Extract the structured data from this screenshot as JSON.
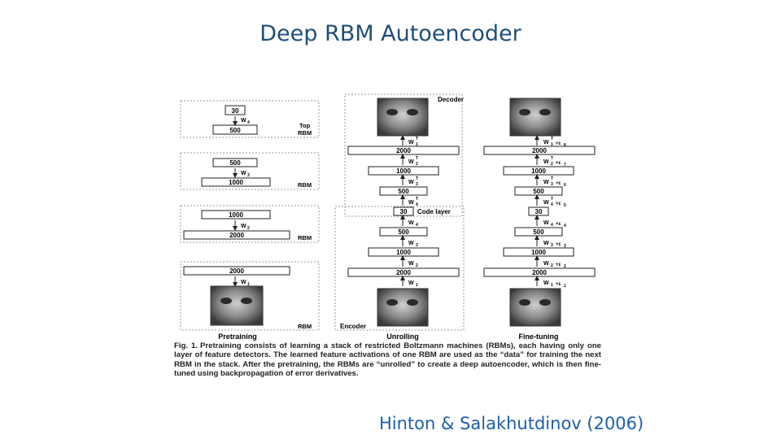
{
  "slide": {
    "title": "Deep RBM Autoencoder",
    "citation": "Hinton & Salakhutdinov (2006)"
  },
  "figure": {
    "pretraining": {
      "heading": "Pretraining",
      "stack_labels": [
        "Top RBM",
        "RBM",
        "RBM",
        "RBM"
      ],
      "layers": [
        {
          "top": "30",
          "weight": "W",
          "sub": "4",
          "bottom": "500"
        },
        {
          "top": "500",
          "weight": "W",
          "sub": "3",
          "bottom": "1000"
        },
        {
          "top": "1000",
          "weight": "W",
          "sub": "2",
          "bottom": "2000"
        },
        {
          "top": "2000",
          "weight": "W",
          "sub": "1",
          "bottom": ""
        }
      ]
    },
    "unrolling": {
      "heading": "Unrolling",
      "decoder_label": "Decoder",
      "encoder_label": "Encoder",
      "code_layer_label": "Code layer",
      "units": [
        "2000",
        "1000",
        "500",
        "30",
        "500",
        "1000",
        "2000"
      ],
      "weights_decoder": [
        {
          "w": "W",
          "sub": "1",
          "sup": "T"
        },
        {
          "w": "W",
          "sub": "2",
          "sup": "T"
        },
        {
          "w": "W",
          "sub": "3",
          "sup": "T"
        },
        {
          "w": "W",
          "sub": "4",
          "sup": "T"
        }
      ],
      "weights_encoder": [
        {
          "w": "W",
          "sub": "4"
        },
        {
          "w": "W",
          "sub": "3"
        },
        {
          "w": "W",
          "sub": "2"
        },
        {
          "w": "W",
          "sub": "1"
        }
      ]
    },
    "finetuning": {
      "heading": "Fine-tuning",
      "units": [
        "2000",
        "1000",
        "500",
        "30",
        "500",
        "1000",
        "2000"
      ],
      "weights": [
        {
          "w": "W",
          "sub": "1",
          "sup": "T",
          "eps": "+ε",
          "esub": "8"
        },
        {
          "w": "W",
          "sub": "2",
          "sup": "T",
          "eps": "+ε",
          "esub": "7"
        },
        {
          "w": "W",
          "sub": "3",
          "sup": "T",
          "eps": "+ε",
          "esub": "6"
        },
        {
          "w": "W",
          "sub": "4",
          "sup": "T",
          "eps": "+ε",
          "esub": "5"
        },
        {
          "w": "W",
          "sub": "4",
          "sup": "",
          "eps": "+ε",
          "esub": "4"
        },
        {
          "w": "W",
          "sub": "3",
          "sup": "",
          "eps": "+ε",
          "esub": "3"
        },
        {
          "w": "W",
          "sub": "2",
          "sup": "",
          "eps": "+ε",
          "esub": "2"
        },
        {
          "w": "W",
          "sub": "1",
          "sup": "",
          "eps": "+ε",
          "esub": "1"
        }
      ]
    },
    "caption": {
      "fig_label": "Fig. 1.",
      "text": "Pretraining consists of learning a stack of restricted Boltzmann machines (RBMs), each having only one layer of feature detectors. The learned feature activations of one RBM are used as the “data” for training the next RBM in the stack. After the pretraining, the RBMs are “unrolled” to create a deep autoencoder, which is then fine-tuned using backpropagation of error derivatives."
    }
  }
}
